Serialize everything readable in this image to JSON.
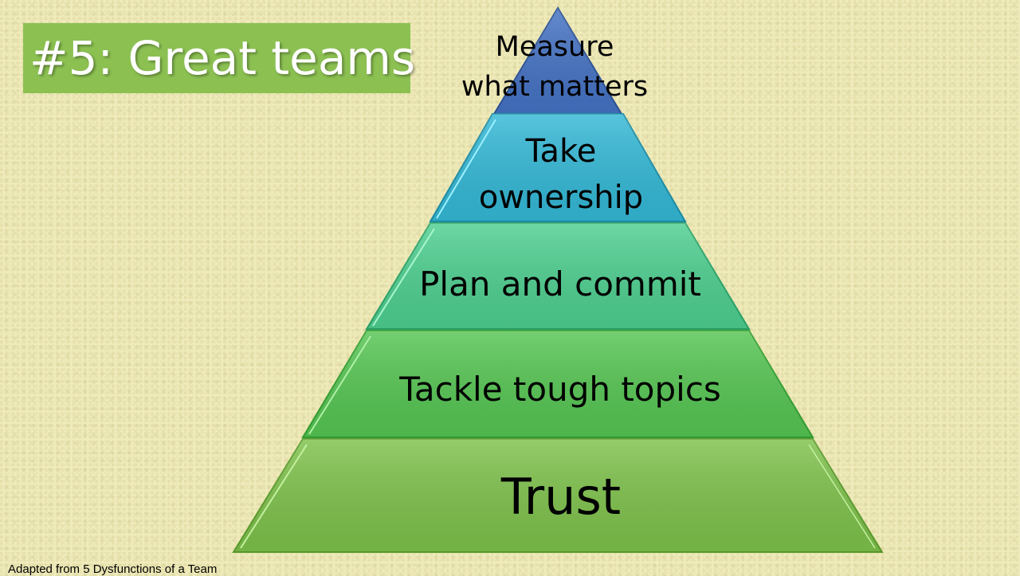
{
  "slide": {
    "title": "#5: Great teams",
    "credit": "Adapted from 5 Dysfunctions of a Team"
  },
  "pyramid": {
    "levels": [
      {
        "lines": [
          "Measure",
          "what matters"
        ],
        "color": "#4472c4"
      },
      {
        "lines": [
          "Take",
          "ownership"
        ],
        "color": "#33b8d6"
      },
      {
        "lines": [
          "Plan and commit"
        ],
        "color": "#4dcf8f"
      },
      {
        "lines": [
          "Tackle tough topics"
        ],
        "color": "#55c552"
      },
      {
        "lines": [
          "Trust"
        ],
        "color": "#7dc14a"
      }
    ]
  },
  "colors": {
    "title_bg": "#8cc152",
    "background": "#efebbb"
  }
}
